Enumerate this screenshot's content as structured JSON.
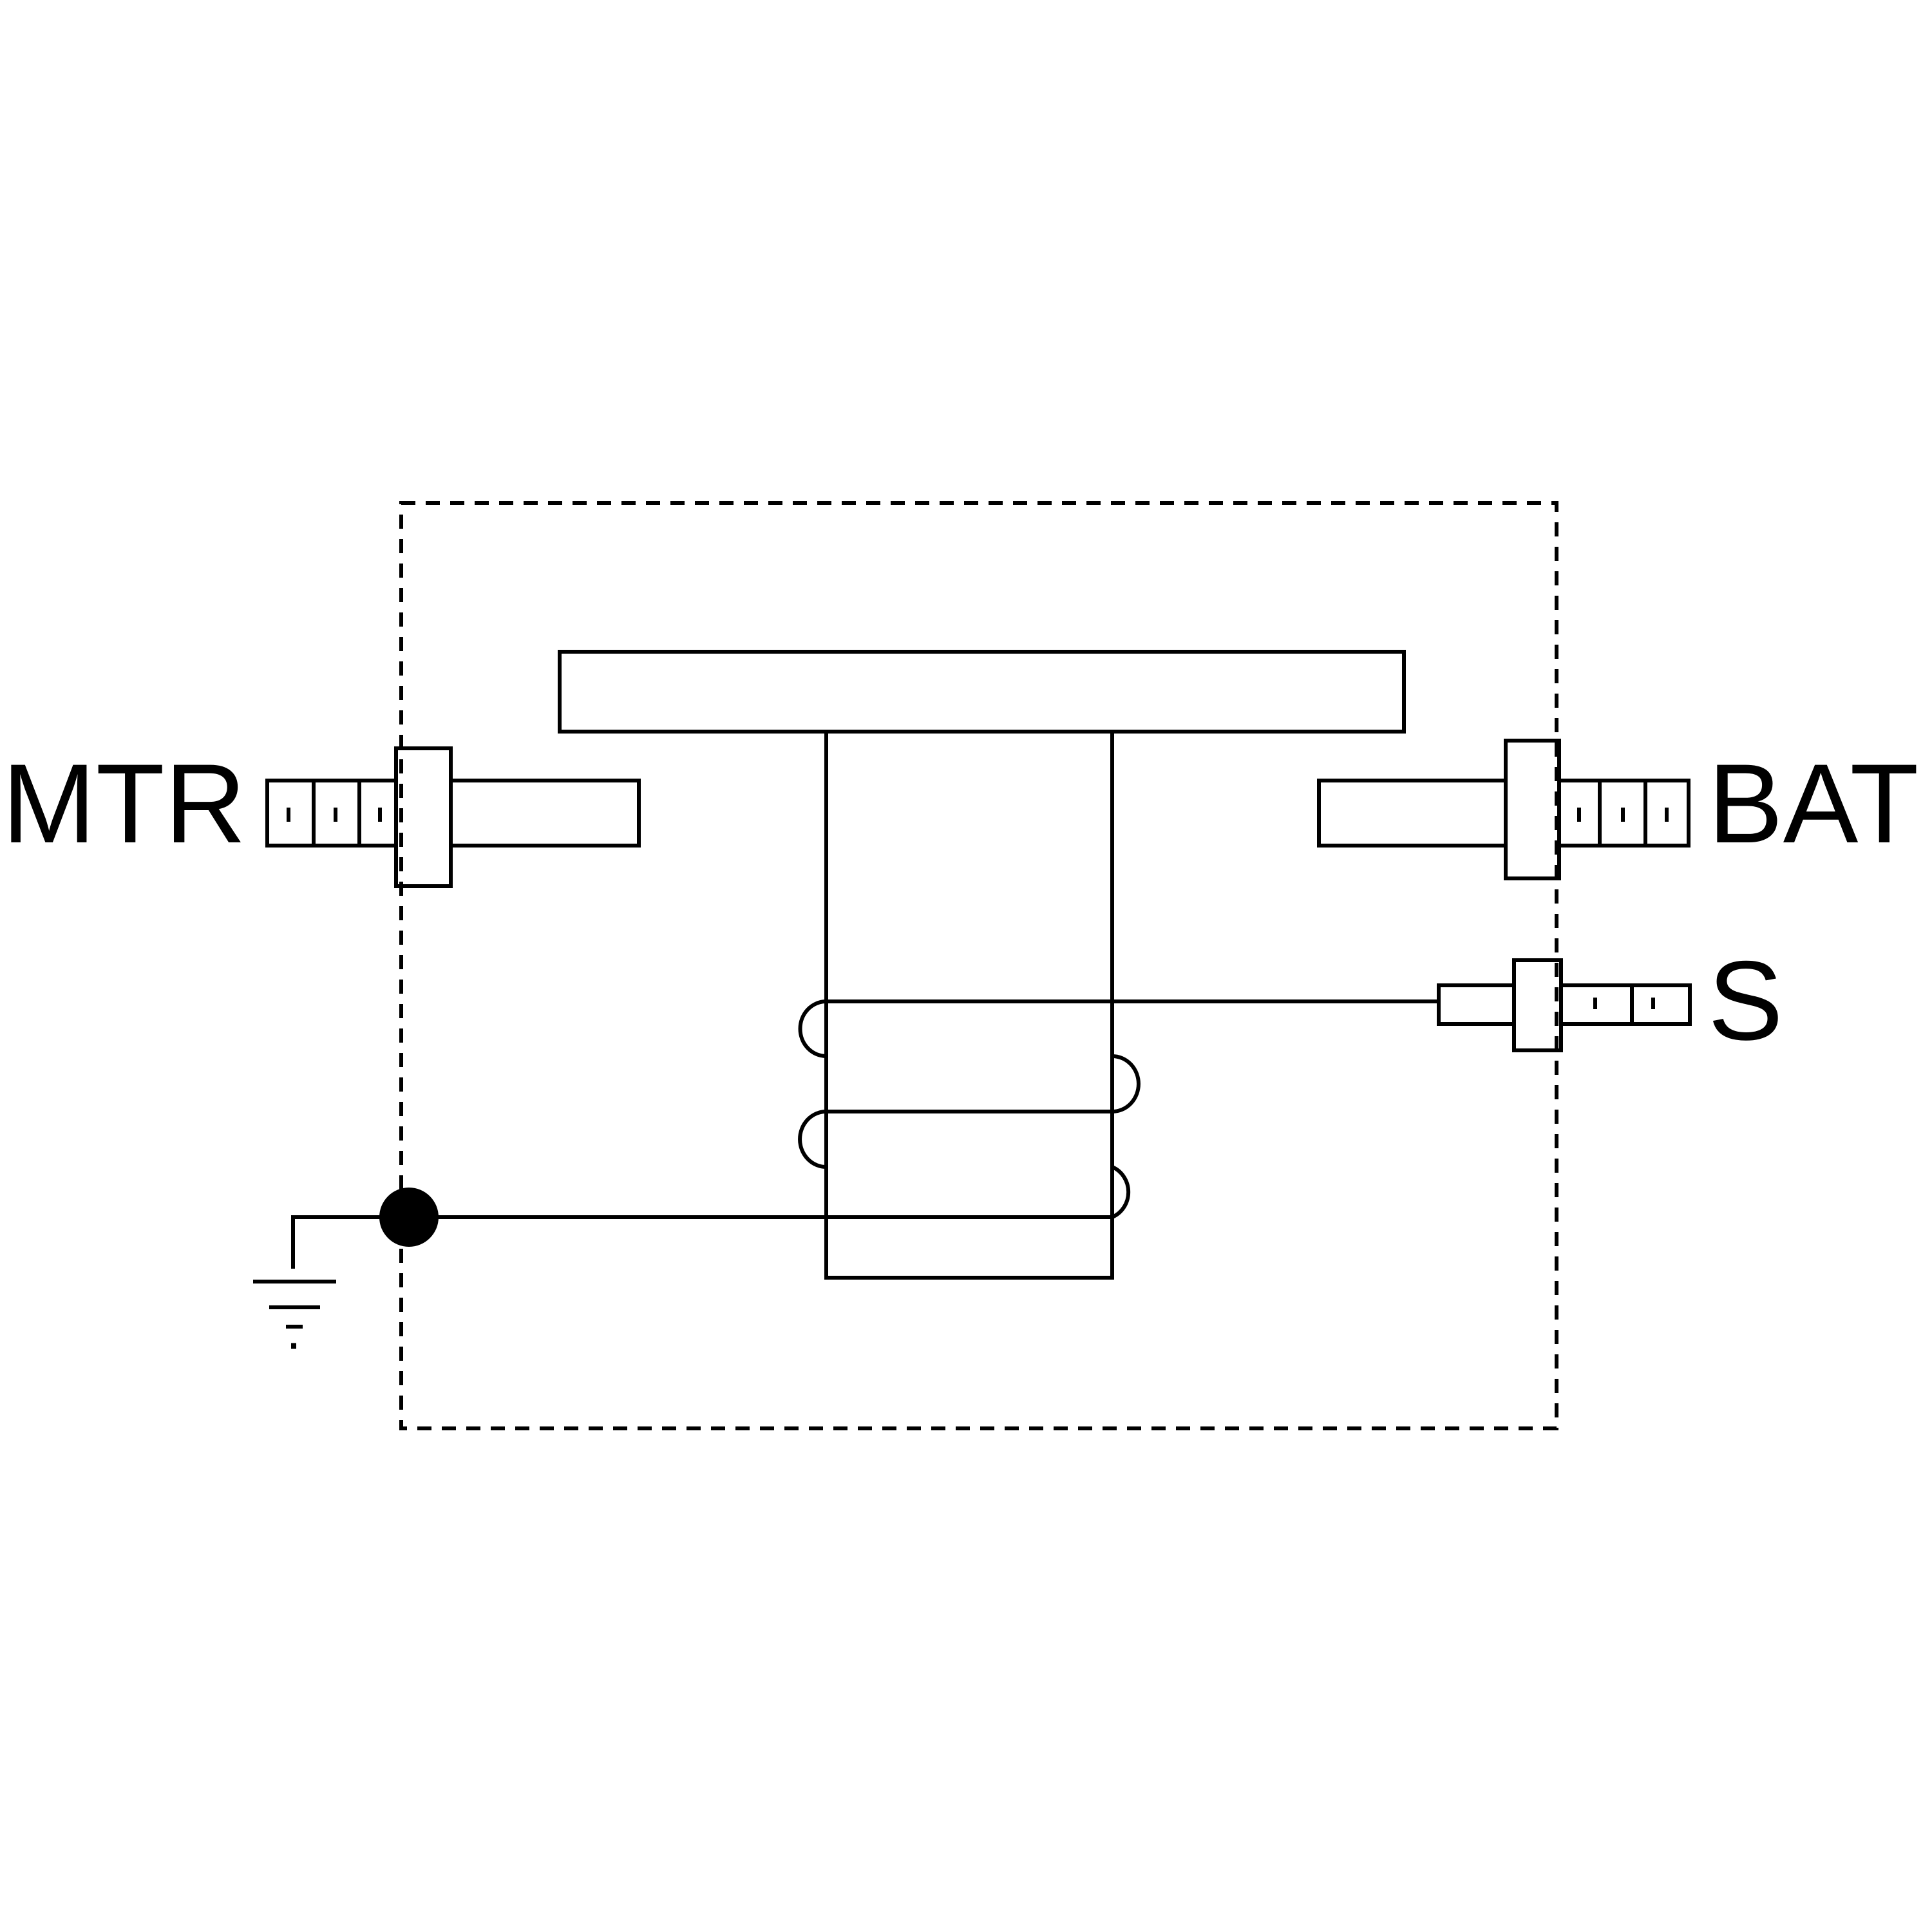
{
  "terminals": {
    "mtr": "MTR",
    "bat": "BAT",
    "s": "S"
  },
  "colors": {
    "stroke": "#000000",
    "background": "#ffffff"
  }
}
